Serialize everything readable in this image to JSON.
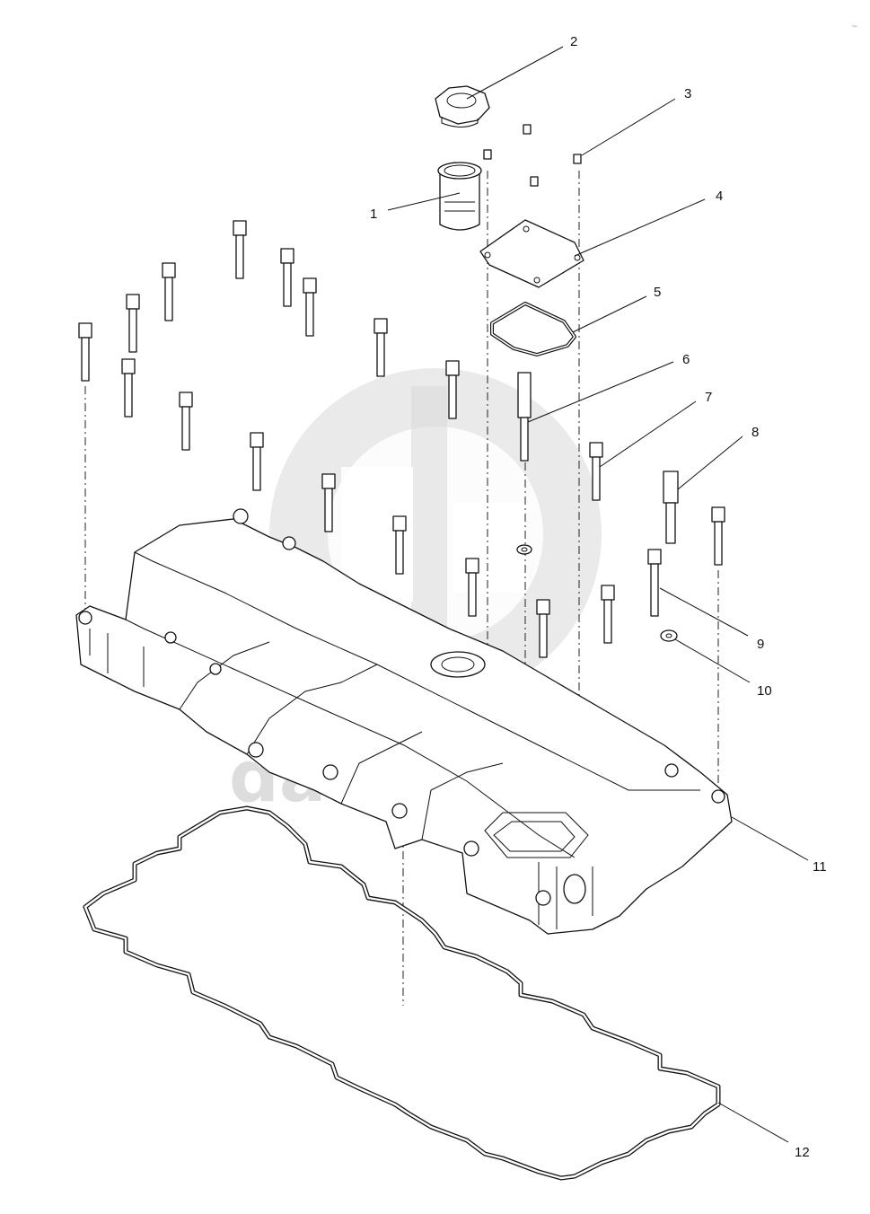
{
  "watermark": {
    "text": "data-parts"
  },
  "corner_mark": "~",
  "callouts": [
    {
      "id": "c1",
      "label": "1"
    },
    {
      "id": "c2",
      "label": "2"
    },
    {
      "id": "c3",
      "label": "3"
    },
    {
      "id": "c4",
      "label": "4"
    },
    {
      "id": "c5",
      "label": "5"
    },
    {
      "id": "c6",
      "label": "6"
    },
    {
      "id": "c7",
      "label": "7"
    },
    {
      "id": "c8",
      "label": "8"
    },
    {
      "id": "c9",
      "label": "9"
    },
    {
      "id": "c10",
      "label": "10"
    },
    {
      "id": "c11",
      "label": "11"
    },
    {
      "id": "c12",
      "label": "12"
    }
  ]
}
